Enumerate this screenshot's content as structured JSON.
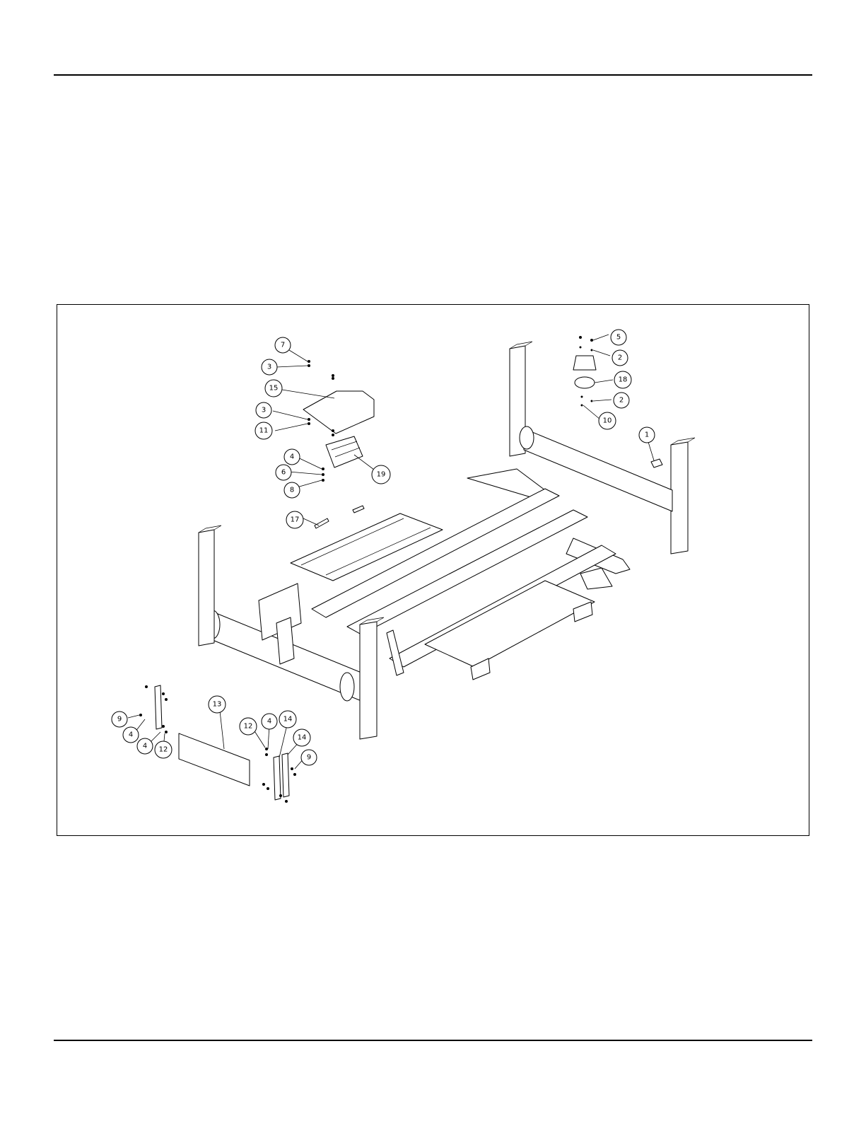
{
  "figure": {
    "callouts": [
      {
        "id": "c7a",
        "label": "7"
      },
      {
        "id": "c3a",
        "label": "3"
      },
      {
        "id": "c15",
        "label": "15"
      },
      {
        "id": "c3b",
        "label": "3"
      },
      {
        "id": "c11",
        "label": "11"
      },
      {
        "id": "c4a",
        "label": "4"
      },
      {
        "id": "c6",
        "label": "6"
      },
      {
        "id": "c8",
        "label": "8"
      },
      {
        "id": "c19",
        "label": "19"
      },
      {
        "id": "c17",
        "label": "17"
      },
      {
        "id": "c5",
        "label": "5"
      },
      {
        "id": "c2a",
        "label": "2"
      },
      {
        "id": "c18",
        "label": "18"
      },
      {
        "id": "c2b",
        "label": "2"
      },
      {
        "id": "c10",
        "label": "10"
      },
      {
        "id": "c1",
        "label": "1"
      },
      {
        "id": "c9a",
        "label": "9"
      },
      {
        "id": "c4b",
        "label": "4"
      },
      {
        "id": "c4c",
        "label": "4"
      },
      {
        "id": "c12a",
        "label": "12"
      },
      {
        "id": "c13",
        "label": "13"
      },
      {
        "id": "c12b",
        "label": "12"
      },
      {
        "id": "c4d",
        "label": "4"
      },
      {
        "id": "c14a",
        "label": "14"
      },
      {
        "id": "c14b",
        "label": "14"
      },
      {
        "id": "c9b",
        "label": "9"
      }
    ]
  }
}
